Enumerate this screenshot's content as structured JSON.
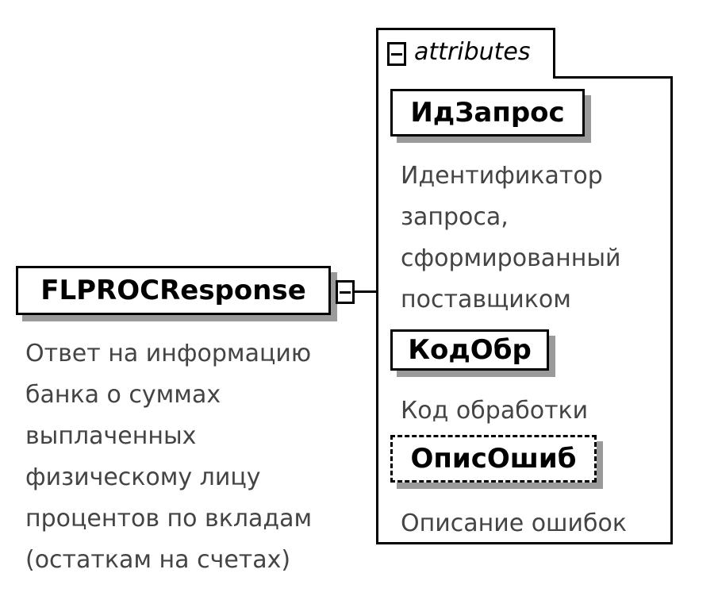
{
  "root": {
    "name": "FLPROCResponse",
    "description": [
      "Ответ на информацию",
      "банка о суммах",
      "выплаченных",
      "физическому лицу",
      "процентов по вкладам",
      "(остаткам на счетах)"
    ]
  },
  "attributes_group": {
    "label": "attributes",
    "items": [
      {
        "name": "ИдЗапрос",
        "optional": false,
        "description": [
          "Идентификатор",
          "запроса,",
          "сформированный",
          "поставщиком"
        ]
      },
      {
        "name": "КодОбр",
        "optional": false,
        "description": [
          "Код обработки"
        ]
      },
      {
        "name": "ОписОшиб",
        "optional": true,
        "description": [
          "Описание ошибок"
        ]
      }
    ]
  }
}
